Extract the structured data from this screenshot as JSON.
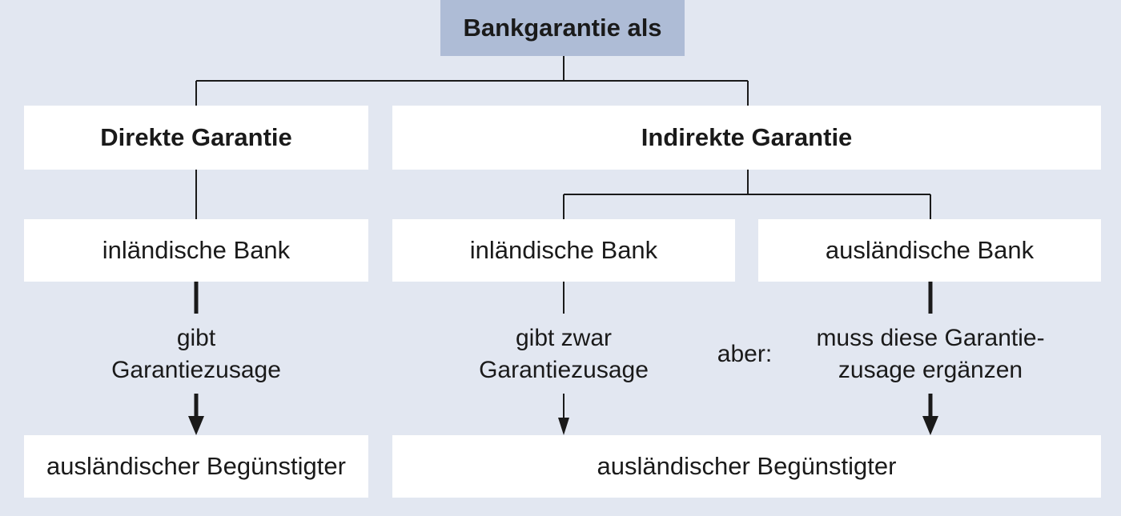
{
  "root": {
    "label": "Bankgarantie als"
  },
  "direct": {
    "heading": "Direkte Garantie",
    "bank": "inländische Bank",
    "action_line1": "gibt",
    "action_line2": "Garantiezusage",
    "beneficiary": "ausländischer Begünstigter"
  },
  "indirect": {
    "heading": "Indirekte Garantie",
    "domestic_bank": "inländische Bank",
    "foreign_bank": "ausländische Bank",
    "domestic_action_line1": "gibt zwar",
    "domestic_action_line2": "Garantiezusage",
    "connector": "aber:",
    "foreign_action_line1": "muss diese Garantie-",
    "foreign_action_line2": "zusage ergänzen",
    "beneficiary": "ausländischer Begünstigter"
  }
}
